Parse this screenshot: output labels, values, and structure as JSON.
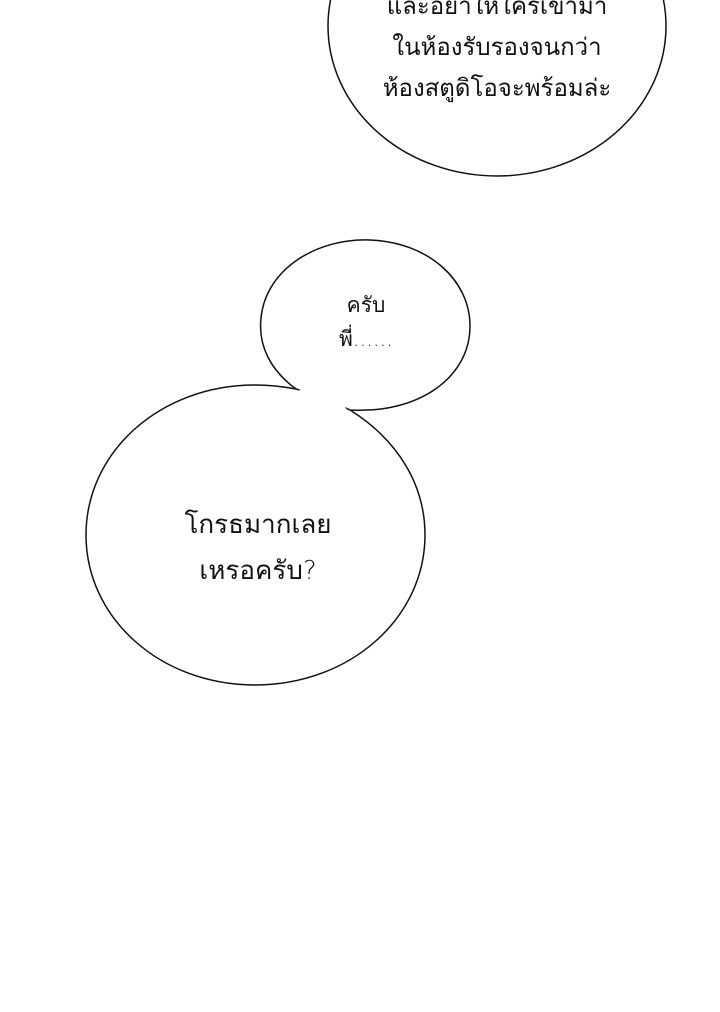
{
  "bubbles": {
    "top": {
      "lines": [
        "และอย่าให้ใครเข้ามา",
        "ในห้องรับรองจนกว่า",
        "ห้องสตูดิโอจะพร้อมล่ะ"
      ]
    },
    "small": {
      "lines": [
        "ครับ",
        "พี่......"
      ]
    },
    "large": {
      "lines": [
        "โกรธมากเลย",
        "เหรอครับ?"
      ]
    }
  },
  "colors": {
    "background": "#ffffff",
    "outline": "#111111",
    "text": "#111111"
  }
}
